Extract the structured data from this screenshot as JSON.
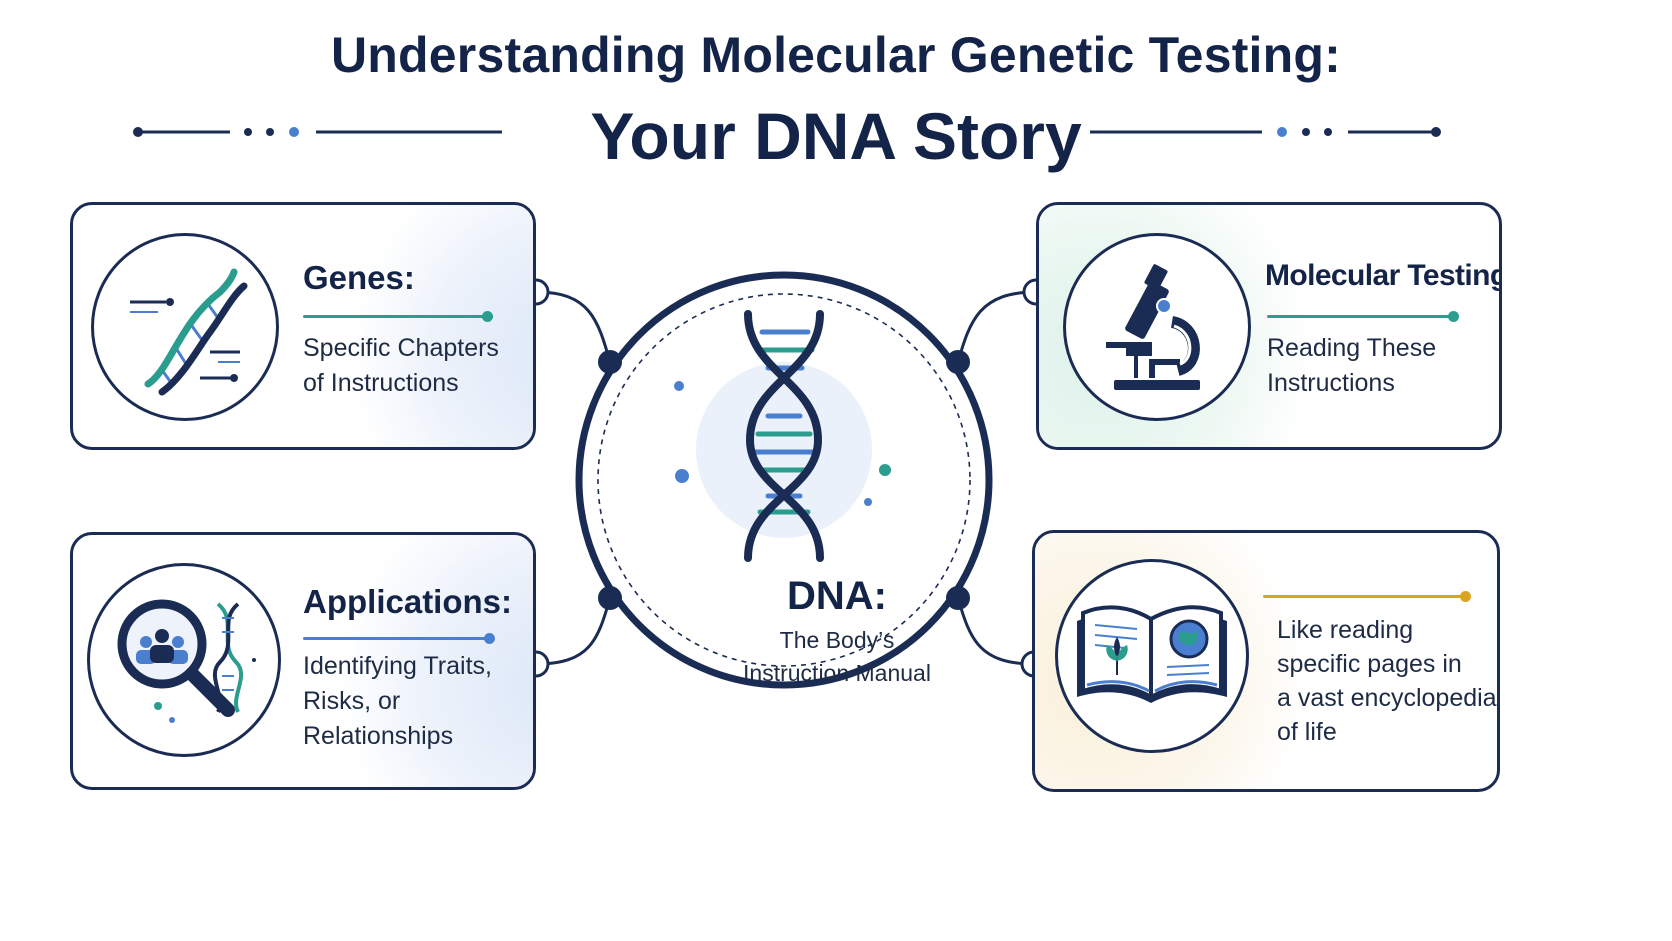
{
  "header": {
    "title_line1": "Understanding Molecular Genetic Testing:",
    "title_line2": "Your DNA Story"
  },
  "center": {
    "title": "DNA:",
    "subtitle_lines": [
      "The Body’s",
      "Instruction Manual"
    ]
  },
  "cards": {
    "genes": {
      "title": "Genes:",
      "lines": [
        "Specific Chapters",
        "of Instructions"
      ],
      "icon": "dna-helix-icon",
      "accent": "#2a9d8f"
    },
    "molecular_testing": {
      "title": "Molecular Testing:",
      "lines": [
        "Reading These",
        "Instructions"
      ],
      "icon": "microscope-icon",
      "accent": "#2a9d8f"
    },
    "applications": {
      "title": "Applications:",
      "lines": [
        "Identifying Traits,",
        "Risks, or",
        "Relationships"
      ],
      "icon": "magnifier-people-icon",
      "accent": "#4a7fd0"
    },
    "encyclopedia": {
      "lines": [
        "Like reading",
        "specific pages in",
        "a vast encyclopedia",
        "of life"
      ],
      "icon": "open-book-icon",
      "accent": "#d9a520"
    }
  },
  "colors": {
    "navy": "#1b2c54",
    "teal": "#2a9d8f",
    "blue": "#4a7fd0",
    "gold": "#d9a520"
  }
}
